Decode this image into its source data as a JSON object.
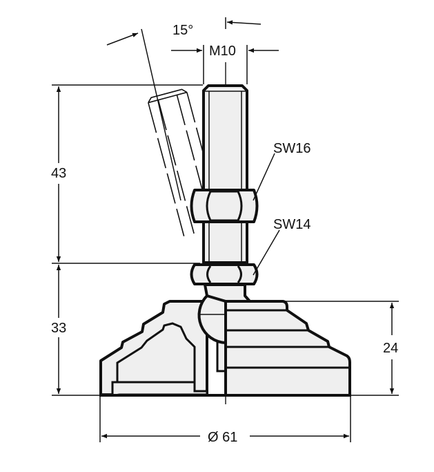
{
  "title": "Levelling foot technical drawing",
  "labels": {
    "angle": "15°",
    "thread": "M10",
    "nut_upper": "SW16",
    "nut_lower": "SW14",
    "height_upper": "43",
    "height_lower": "33",
    "base_height": "24",
    "diameter": "Ø 61"
  }
}
